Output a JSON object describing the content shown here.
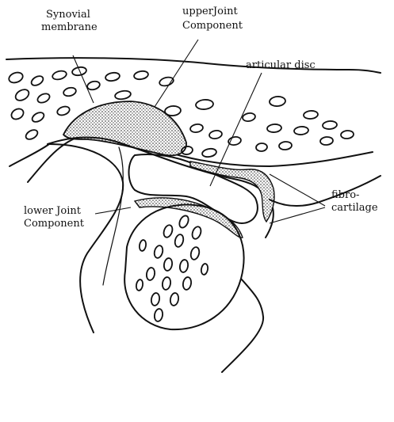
{
  "labels": {
    "synovial_line1": "Synovial",
    "synovial_line2": "membrane",
    "upper_line1": "upperJoint",
    "upper_line2": "Component",
    "articular_disc": "articular disc",
    "fibro_line1": "fibro-",
    "fibro_line2": "cartilage",
    "lower_line1": "lower Joint",
    "lower_line2": "Component"
  },
  "colors": {
    "ink": "#111111",
    "stipple": "#555555",
    "background": "#ffffff"
  }
}
